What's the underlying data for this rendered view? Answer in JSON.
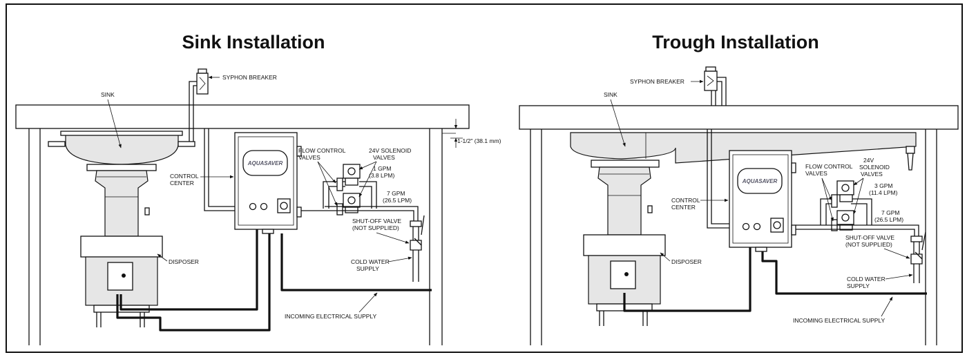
{
  "panels": {
    "sink": {
      "title": "Sink Installation",
      "labels": {
        "syphon_breaker": "SYPHON BREAKER",
        "sink": "SINK",
        "dimension": "1-1/2\" (38.1 mm)",
        "flow_control_1": "FLOW CONTROL",
        "flow_control_2": "VALVES",
        "solenoid_1": "24V SOLENOID",
        "solenoid_2": "VALVES",
        "gpm_low_1": "1 GPM",
        "gpm_low_2": "(3.8 LPM)",
        "gpm_high_1": "7 GPM",
        "gpm_high_2": "(26.5 LPM)",
        "control_center_1": "CONTROL",
        "control_center_2": "CENTER",
        "shutoff_1": "SHUT-OFF VALVE",
        "shutoff_2": "(NOT SUPPLIED)",
        "disposer": "DISPOSER",
        "cold_water_1": "COLD WATER",
        "cold_water_2": "SUPPLY",
        "electrical": "INCOMING ELECTRICAL SUPPLY"
      }
    },
    "trough": {
      "title": "Trough Installation",
      "labels": {
        "syphon_breaker": "SYPHON BREAKER",
        "sink": "SINK",
        "flow_control_1": "FLOW CONTROL",
        "flow_control_2": "VALVES",
        "solenoid_1": "24V",
        "solenoid_2": "SOLENOID",
        "solenoid_3": "VALVES",
        "gpm_low_1": "3 GPM",
        "gpm_low_2": "(11.4 LPM)",
        "gpm_high_1": "7 GPM",
        "gpm_high_2": "(26.5 LPM)",
        "control_center_1": "CONTROL",
        "control_center_2": "CENTER",
        "shutoff_1": "SHUT-OFF VALVE",
        "shutoff_2": "(NOT SUPPLIED)",
        "disposer": "DISPOSER",
        "cold_water_1": "COLD WATER",
        "cold_water_2": "SUPPLY",
        "electrical": "INCOMING ELECTRICAL SUPPLY"
      }
    }
  },
  "logo_text": "AQUASAVER"
}
